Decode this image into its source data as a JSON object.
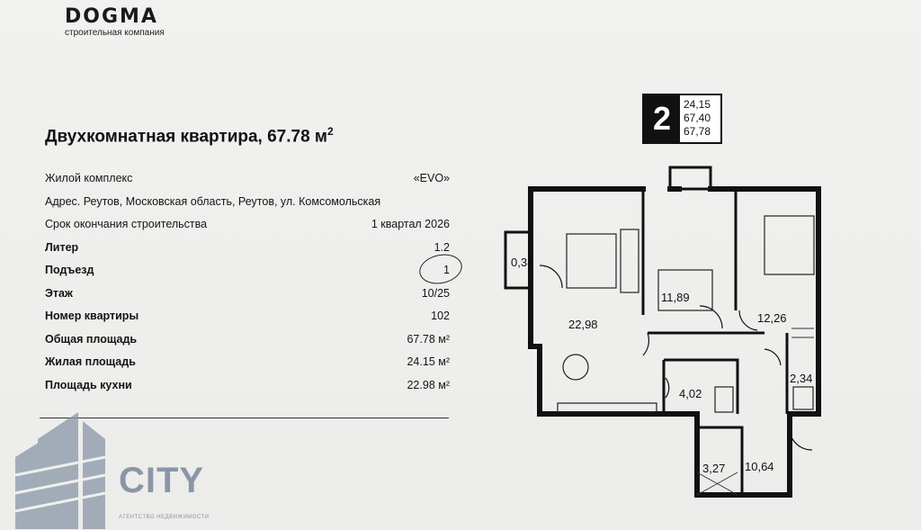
{
  "brand": {
    "name": "DOGMA",
    "subtitle": "строительная компания"
  },
  "title": {
    "text": "Двухкомнатная квартира, 67.78 м",
    "sup": "2"
  },
  "properties": [
    {
      "label": "Жилой комплекс",
      "value": "«EVO»",
      "bold": false
    },
    {
      "label": "Адрес. Реутов, Московская область, Реутов, ул. Комсомольская",
      "value": "",
      "bold": false
    },
    {
      "label": "Срок окончания строительства",
      "value": "1 квартал 2026",
      "bold": false
    },
    {
      "label": "Литер",
      "value": "1.2",
      "bold": true
    },
    {
      "label": "Подъезд",
      "value": "1",
      "bold": true
    },
    {
      "label": "Этаж",
      "value": "10/25",
      "bold": true
    },
    {
      "label": "Номер квартиры",
      "value": "102",
      "bold": true
    },
    {
      "label": "Общая площадь",
      "value": "67.78 м²",
      "bold": true
    },
    {
      "label": "Жилая площадь",
      "value": "24.15 м²",
      "bold": true
    },
    {
      "label": "Площадь кухни",
      "value": "22.98 м²",
      "bold": true
    }
  ],
  "badge": {
    "rooms": "2",
    "values": [
      "24,15",
      "67,40",
      "67,78"
    ]
  },
  "plan": {
    "rooms": [
      {
        "id": "balcony",
        "area": "0,38"
      },
      {
        "id": "kitchen-living",
        "area": "22,98"
      },
      {
        "id": "bedroom-1",
        "area": "11,89"
      },
      {
        "id": "bedroom-2",
        "area": "12,26"
      },
      {
        "id": "bathroom",
        "area": "4,02"
      },
      {
        "id": "wc",
        "area": "2,34"
      },
      {
        "id": "hall",
        "area": "10,64"
      },
      {
        "id": "storage",
        "area": "3,27"
      }
    ]
  },
  "watermark": {
    "name": "CITY",
    "subtitle": "АГЕНТСТВО НЕДВИЖИМОСТИ"
  }
}
